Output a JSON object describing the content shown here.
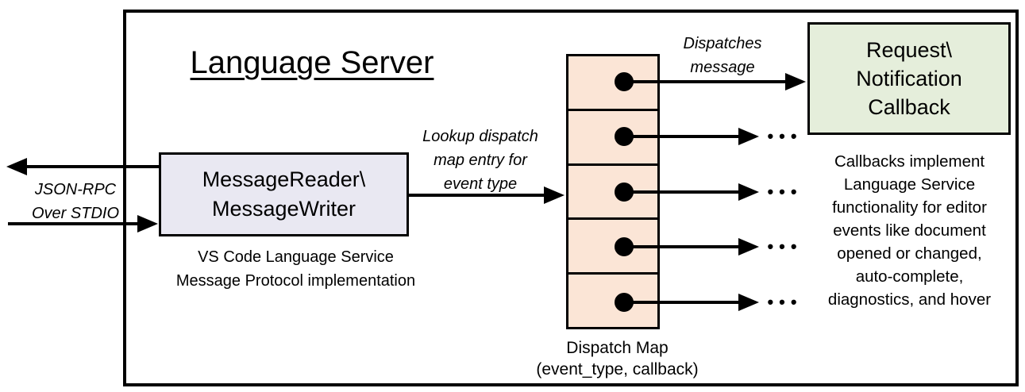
{
  "title": "Language Server",
  "stdio_label": "JSON-RPC\nOver STDIO",
  "reader_box": {
    "label": "MessageReader\\\nMessageWriter",
    "caption": "VS Code Language Service\nMessage Protocol implementation"
  },
  "lookup_label": "Lookup dispatch\nmap entry for\nevent type",
  "dispatch_map": {
    "label": "Dispatch Map\n(event_type, callback)",
    "row_count": 5
  },
  "dispatches_label": "Dispatches\nmessage",
  "callback_box": {
    "label": "Request\\\nNotification\nCallback"
  },
  "callbacks_note": "Callbacks implement\nLanguage Service\nfunctionality for editor\nevents like document\nopened or changed,\nauto-complete,\ndiagnostics, and hover",
  "ellipsis": "•••",
  "colors": {
    "reader_box_fill": "#E9E8F2",
    "dispatch_map_fill": "#FBE5D6",
    "callback_box_fill": "#E5EEDB",
    "line": "#000000"
  }
}
